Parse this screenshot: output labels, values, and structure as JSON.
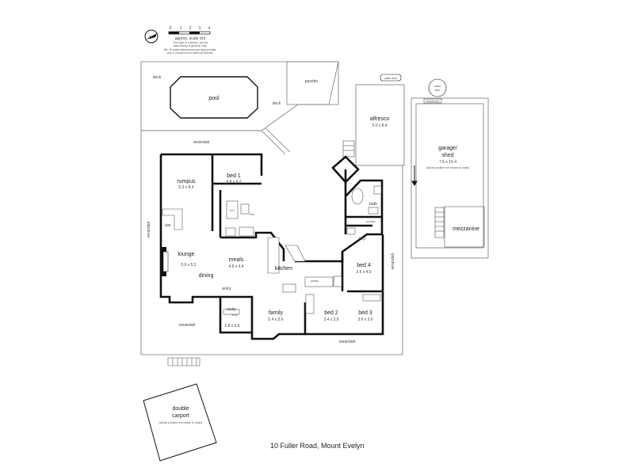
{
  "scale": {
    "ticks": [
      "0",
      "1",
      "2",
      "3",
      "4"
    ],
    "label": "approx. scale (m)",
    "notes": [
      "This plan is a sketch, and all",
      "data shown is general only.",
      "NB: All stated dimensions are approximate,",
      "only & should not be taken as definite."
    ]
  },
  "rooms": {
    "deck1": {
      "name": "deck"
    },
    "deck2": {
      "name": "deck"
    },
    "pool": {
      "name": "pool"
    },
    "gazebo": {
      "name": "gazebo"
    },
    "water_tank_1": {
      "name": "water tank"
    },
    "water_tank_2": {
      "name": "water",
      "line2": "tank"
    },
    "alfresco": {
      "name": "alfresco",
      "dim": "5.0 x 8.4"
    },
    "garage": {
      "name": "garage/",
      "line2": "shed",
      "dim": "7.6 x 15.4",
      "note": "(actual position not shown to scale)"
    },
    "workbench": {
      "name": "workbench"
    },
    "mezzanine": {
      "name": "mezzanine"
    },
    "verandah_top": {
      "name": "verandah"
    },
    "verandah_left": {
      "name": "verandah"
    },
    "verandah_right": {
      "name": "verandah"
    },
    "verandah_bl": {
      "name": "verandah"
    },
    "verandah_bottom": {
      "name": "verandah"
    },
    "rumpus": {
      "name": "rumpus",
      "dim": "5.0 x 8.4"
    },
    "bed1": {
      "name": "bed 1",
      "dim": "4.8 x 4.2"
    },
    "wir": {
      "name": "w.i.r"
    },
    "ens": {
      "name": "ens."
    },
    "bar": {
      "name": "bar"
    },
    "lounge": {
      "name": "lounge",
      "dim": "5.6 x 5.2"
    },
    "meals": {
      "name": "meals",
      "dim": "4.6 x 4.4"
    },
    "dining": {
      "name": "dining"
    },
    "kitchen": {
      "name": "kitchen"
    },
    "pantry": {
      "name": "pantry"
    },
    "bath": {
      "name": "bath"
    },
    "powder": {
      "name": "powder"
    },
    "ldry": {
      "name": "ldry"
    },
    "bed4": {
      "name": "bed 4",
      "dim": "3.6 x 4.0"
    },
    "entry": {
      "name": "entry"
    },
    "study": {
      "name": "study",
      "dim": "2.8 x 3.6"
    },
    "desk": {
      "name": "desk"
    },
    "family": {
      "name": "family",
      "dim": "5.4 x 3.6"
    },
    "bed2": {
      "name": "bed 2",
      "dim": "3.4 x 3.6"
    },
    "bed3": {
      "name": "bed 3",
      "dim": "3.6 x 3.6"
    },
    "carport": {
      "name": "double",
      "line2": "carport",
      "note": "(actual position not shown to scale)"
    }
  },
  "address": "10 Fuller Road, Mount Evelyn"
}
